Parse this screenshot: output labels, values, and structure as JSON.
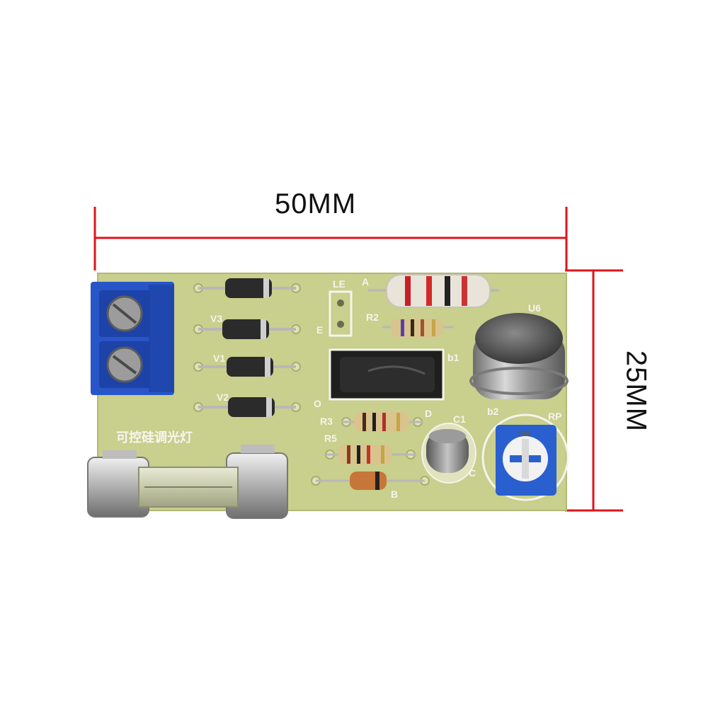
{
  "dimensions": {
    "width_label": "50MM",
    "height_label": "25MM",
    "line_color": "#e0141b"
  },
  "board": {
    "pcb_color": "#c9cf8c",
    "title_cn": "可控硅调光灯",
    "silkscreen": {
      "le": "LE",
      "a": "A",
      "e": "E",
      "r2": "R2",
      "u6": "U6",
      "v3": "V3",
      "v1": "V1",
      "v2": "V2",
      "b1": "b1",
      "o": "O",
      "d": "D",
      "c1": "C1",
      "r3": "R3",
      "b2": "b2",
      "rp": "RP",
      "r5": "R5",
      "c": "C",
      "b": "B",
      "pot_value": "104"
    }
  },
  "components": [
    {
      "name": "terminal-block",
      "color": "#2855c8"
    },
    {
      "name": "fuse-holder",
      "color": "#c8c8c8"
    },
    {
      "name": "diodes",
      "count": 4
    },
    {
      "name": "scr",
      "color": "#1e1e1e"
    },
    {
      "name": "transistor-can",
      "color": "#9a9a9a"
    },
    {
      "name": "potentiometer",
      "color": "#2a5fd0"
    },
    {
      "name": "electrolytic-capacitor",
      "color": "#8a8a8a"
    },
    {
      "name": "power-resistor",
      "color": "#e8e4da"
    }
  ]
}
